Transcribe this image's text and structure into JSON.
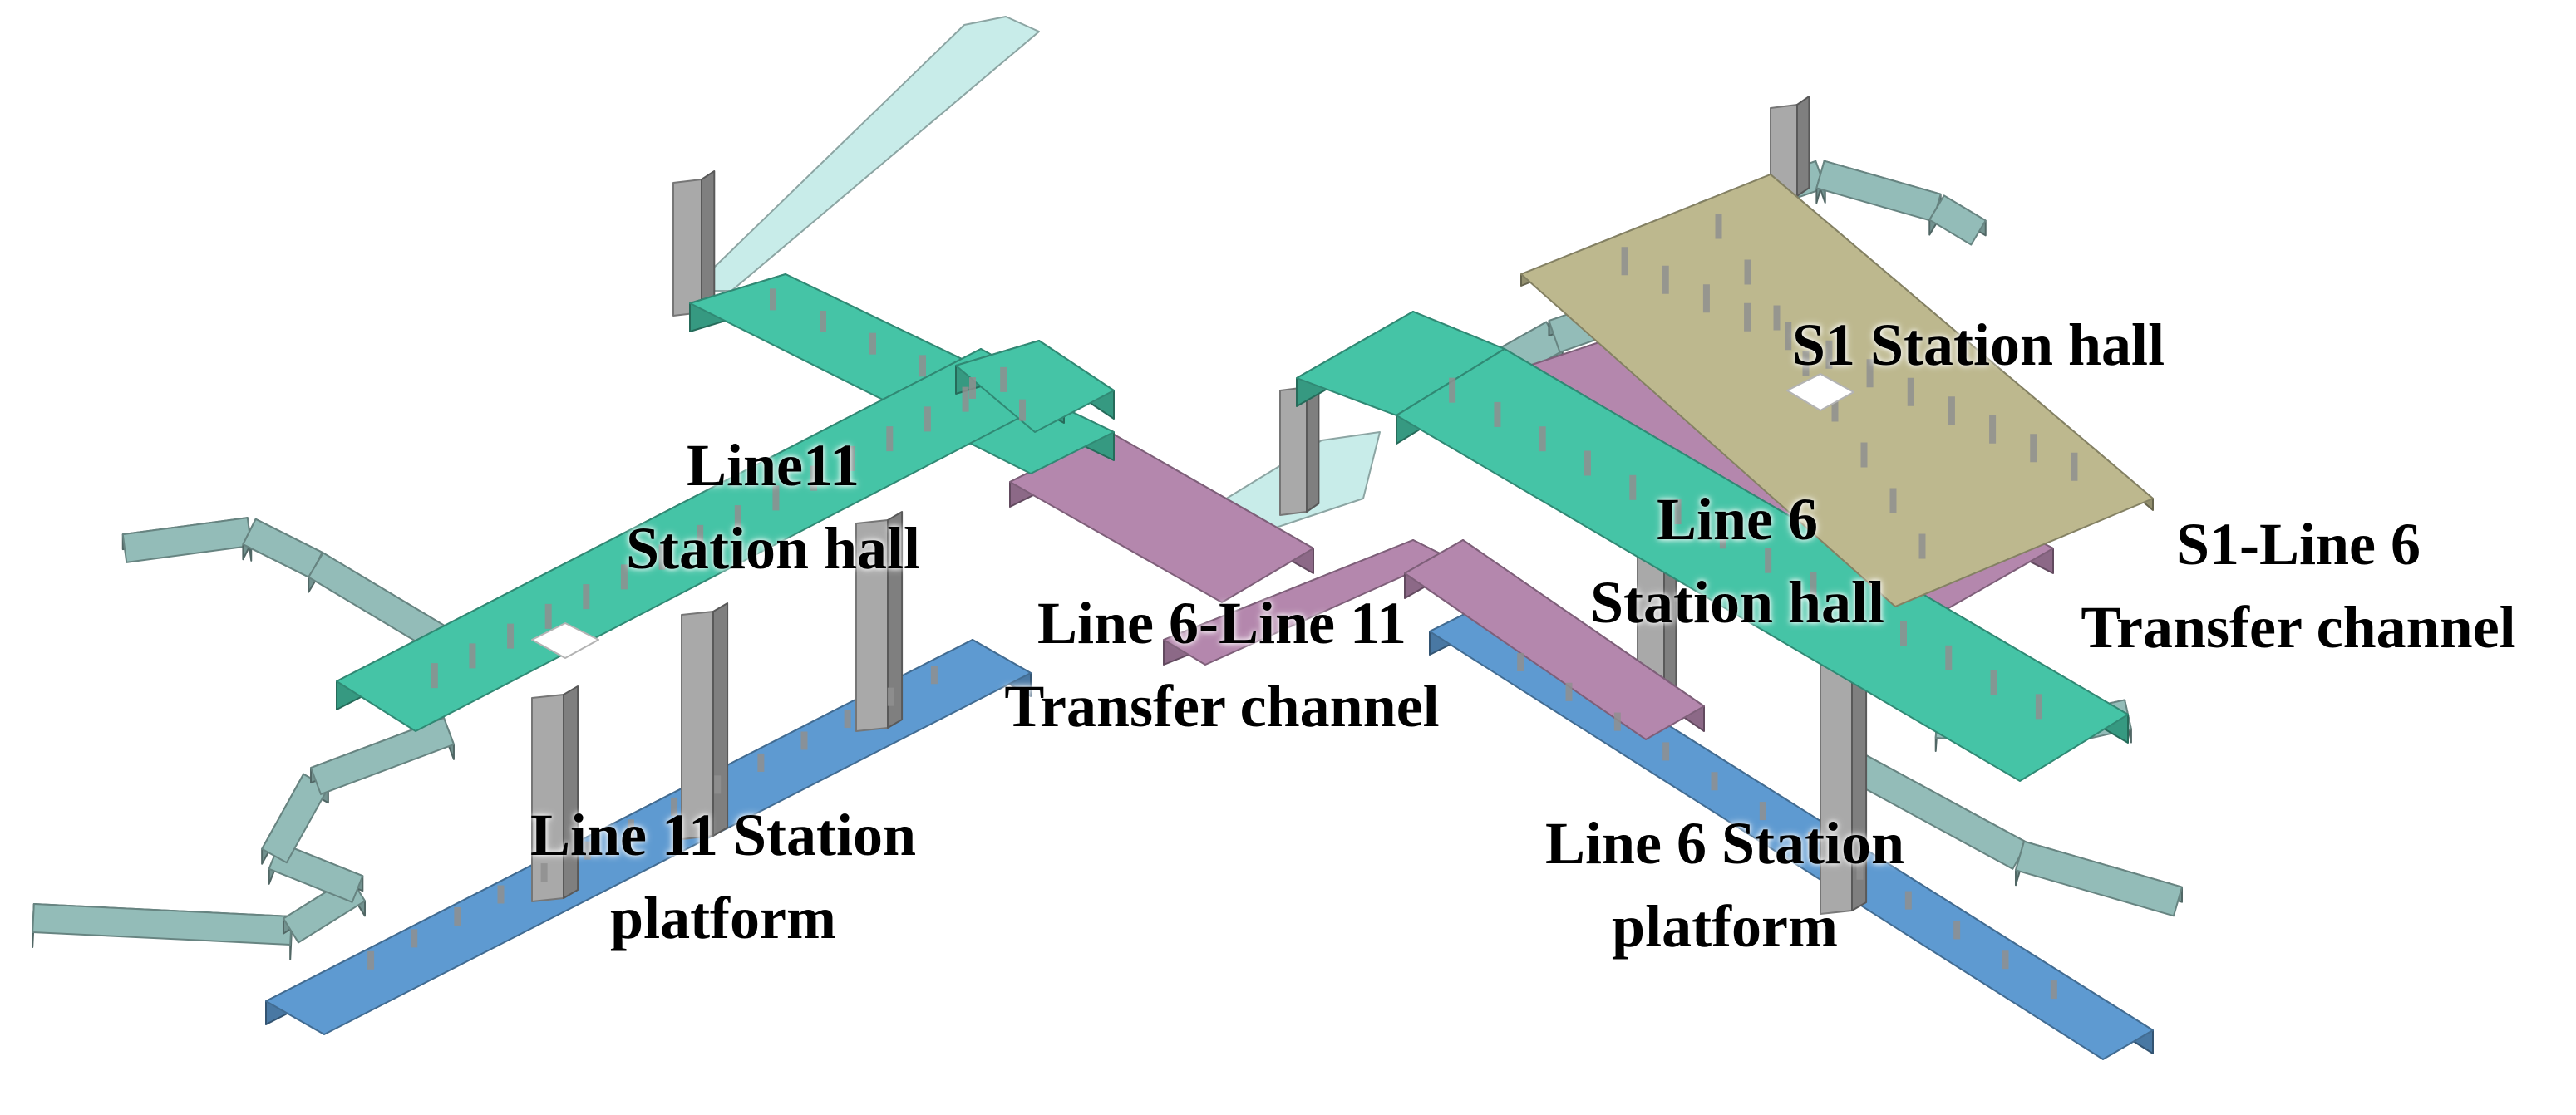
{
  "colors": {
    "station_hall": "#45c4a6",
    "transfer_channel": "#b487ad",
    "platform": "#5e9ad1",
    "s1_hall": "#bdb88e",
    "passage": "#93bcb8",
    "column": "#a9a9a9",
    "ramp": "#c8ece9"
  },
  "labels": {
    "line11_hall": [
      "Line11",
      "Station hall"
    ],
    "transfer_6_11": [
      "Line 6-Line 11",
      "Transfer channel"
    ],
    "line11_platform": [
      "Line 11 Station",
      "platform"
    ],
    "s1_hall": [
      "S1 Station hall"
    ],
    "line6_hall": [
      "Line 6",
      "Station hall"
    ],
    "s1_line6_transfer": [
      "S1-Line 6",
      "Transfer channel"
    ],
    "line6_platform": [
      "Line 6 Station",
      "platform"
    ]
  }
}
